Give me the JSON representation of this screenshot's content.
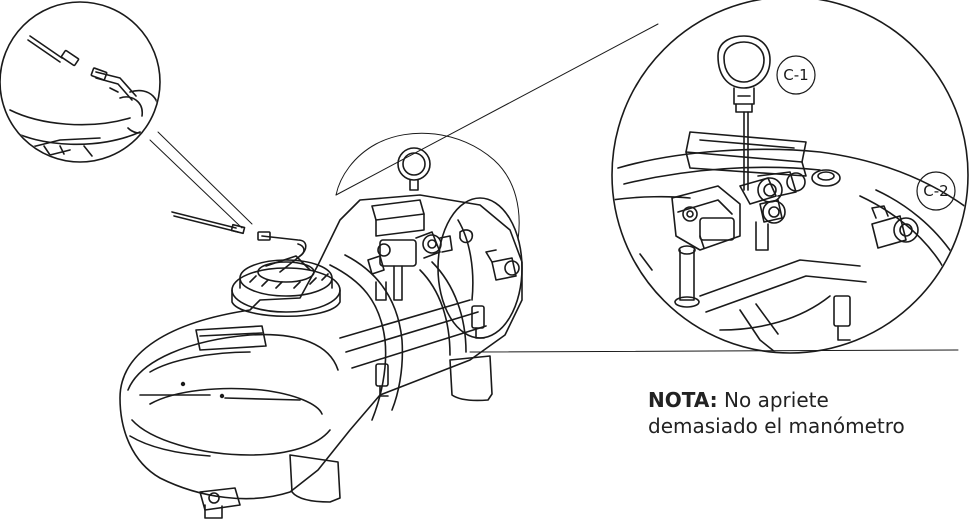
{
  "callouts": {
    "c1": "C-1",
    "c2": "C-2"
  },
  "note": {
    "label": "NOTA:",
    "text_line1": "No apriete",
    "text_line2": "demasiado el manómetro"
  },
  "colors": {
    "line": "#1a1a1a",
    "background": "#ffffff"
  }
}
